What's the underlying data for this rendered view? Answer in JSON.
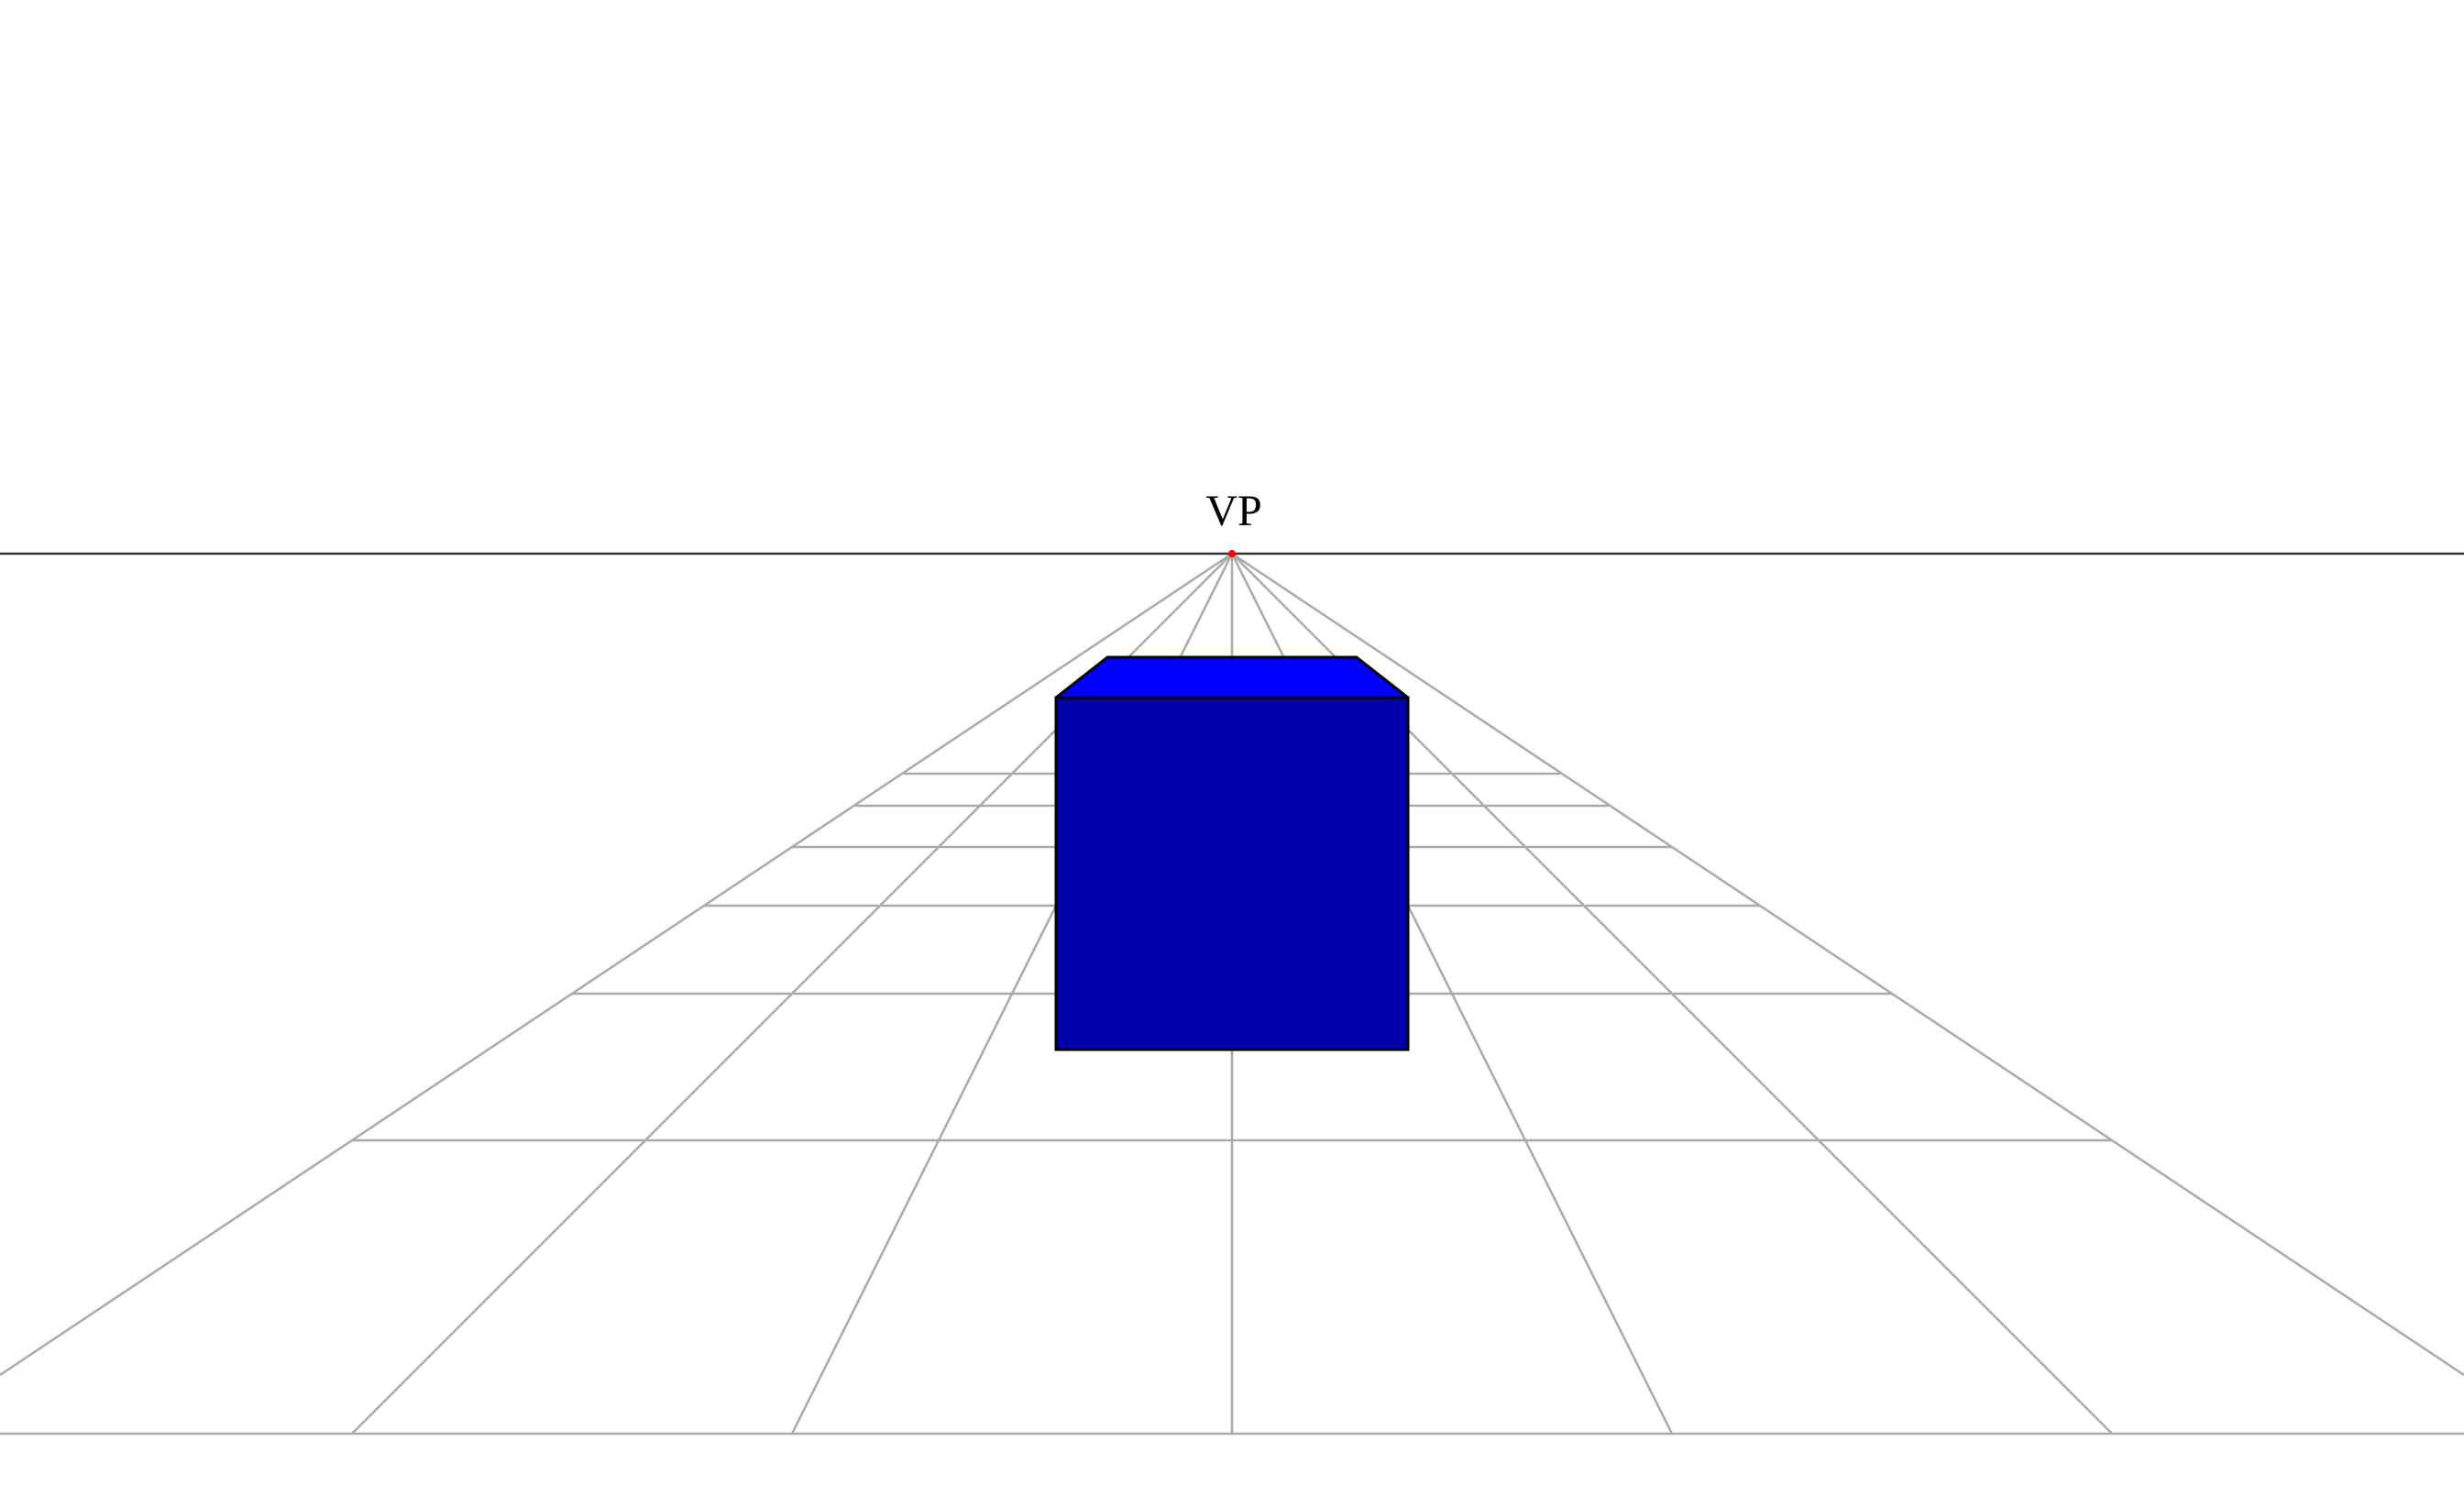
{
  "diagram": {
    "type": "one-point-perspective",
    "vanishing_point_label": "VP",
    "colors": {
      "background": "#ffffff",
      "horizon": "#333333",
      "grid": "#aaaaaa",
      "vanishing_point": "#ff0000",
      "box_front": "#0000a8",
      "box_top": "#0000ff",
      "box_outline": "#000000"
    },
    "elements": [
      "horizon-line",
      "ground-grid",
      "orthogonal-lines",
      "transversal-lines",
      "vanishing-point-marker",
      "box-front-face",
      "box-top-face"
    ]
  }
}
